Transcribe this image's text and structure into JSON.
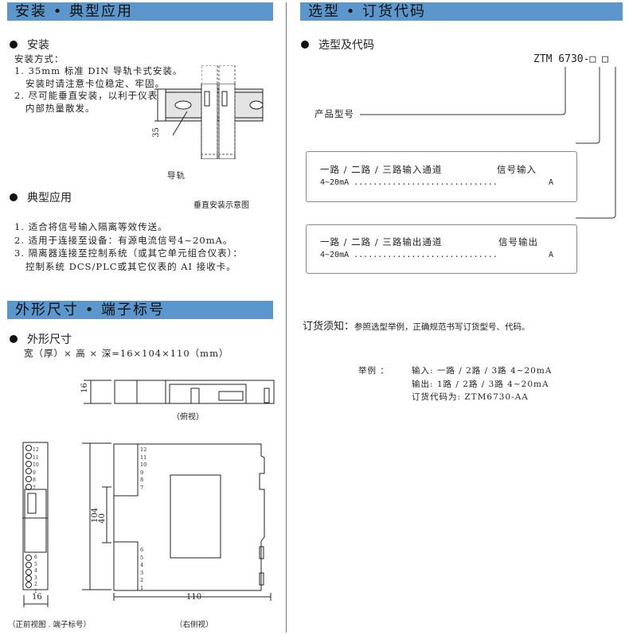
{
  "sections": {
    "install_header": "安装 • 典型应用",
    "selection_header": "选型 • 订货代码",
    "dimension_header": "外形尺寸 • 端子标号"
  },
  "install": {
    "title": "安装",
    "method_label": "安装方式：",
    "items": [
      "1. 35mm 标准 DIN 导轨卡式安装。",
      "   安装时请注意卡位稳定、牢固。",
      "2. 尽可能垂直安装，以利于仪表",
      "   内部热量散发。"
    ],
    "diagram_dim": "35",
    "rail_label": "导轨",
    "caption": "垂直安装示意图"
  },
  "application": {
    "title": "典型应用",
    "items": [
      "1. 适合将信号输入隔离等效传送。",
      "2. 适用于连接至设备：有源电流信号4~20mA。",
      "3. 隔离器连接至控制系统（或其它单元组合仪表）：",
      "   控制系统 DCS/PLC或其它仪表的 AI 接收卡。"
    ]
  },
  "dimensions": {
    "title": "外形尺寸",
    "formula": "宽（厚）× 高 × 深=16×104×110（mm）",
    "top_dim": "16",
    "top_caption": "（俯视）",
    "front_width": "16",
    "front_caption": "（正前视图 . 端子标号）",
    "side_height": "104",
    "side_gap": "40",
    "side_depth": "110",
    "side_caption": "（右侧视）",
    "terminals_top": [
      "12",
      "11",
      "10",
      "9",
      "8",
      "7"
    ],
    "terminals_bottom": [
      "6",
      "5",
      "4",
      "3",
      "2",
      "1"
    ]
  },
  "selection": {
    "title": "选型及代码",
    "code": "ZTM 6730-□ □",
    "product_label": "产品型号",
    "input_box": {
      "title": "一路 / 二路 / 三路输入通道",
      "type": "信号输入",
      "range": "4~20mA ..............................",
      "code": "A"
    },
    "output_box": {
      "title": "一路 / 二路 / 三路输出通道",
      "type": "信号输出",
      "range": "4~20mA ..............................",
      "code": "A"
    }
  },
  "ordering": {
    "label": "订货须知：",
    "text": "参照选型举例，正确规范书写订货型号、代码。",
    "example_label": "举例 ：",
    "example_lines": [
      "输入: 一路 / 2路 / 3路  4~20mA",
      "输出: 1路 / 2路 / 3路  4~20mA",
      "订货代码为: ZTM6730-AA"
    ]
  }
}
